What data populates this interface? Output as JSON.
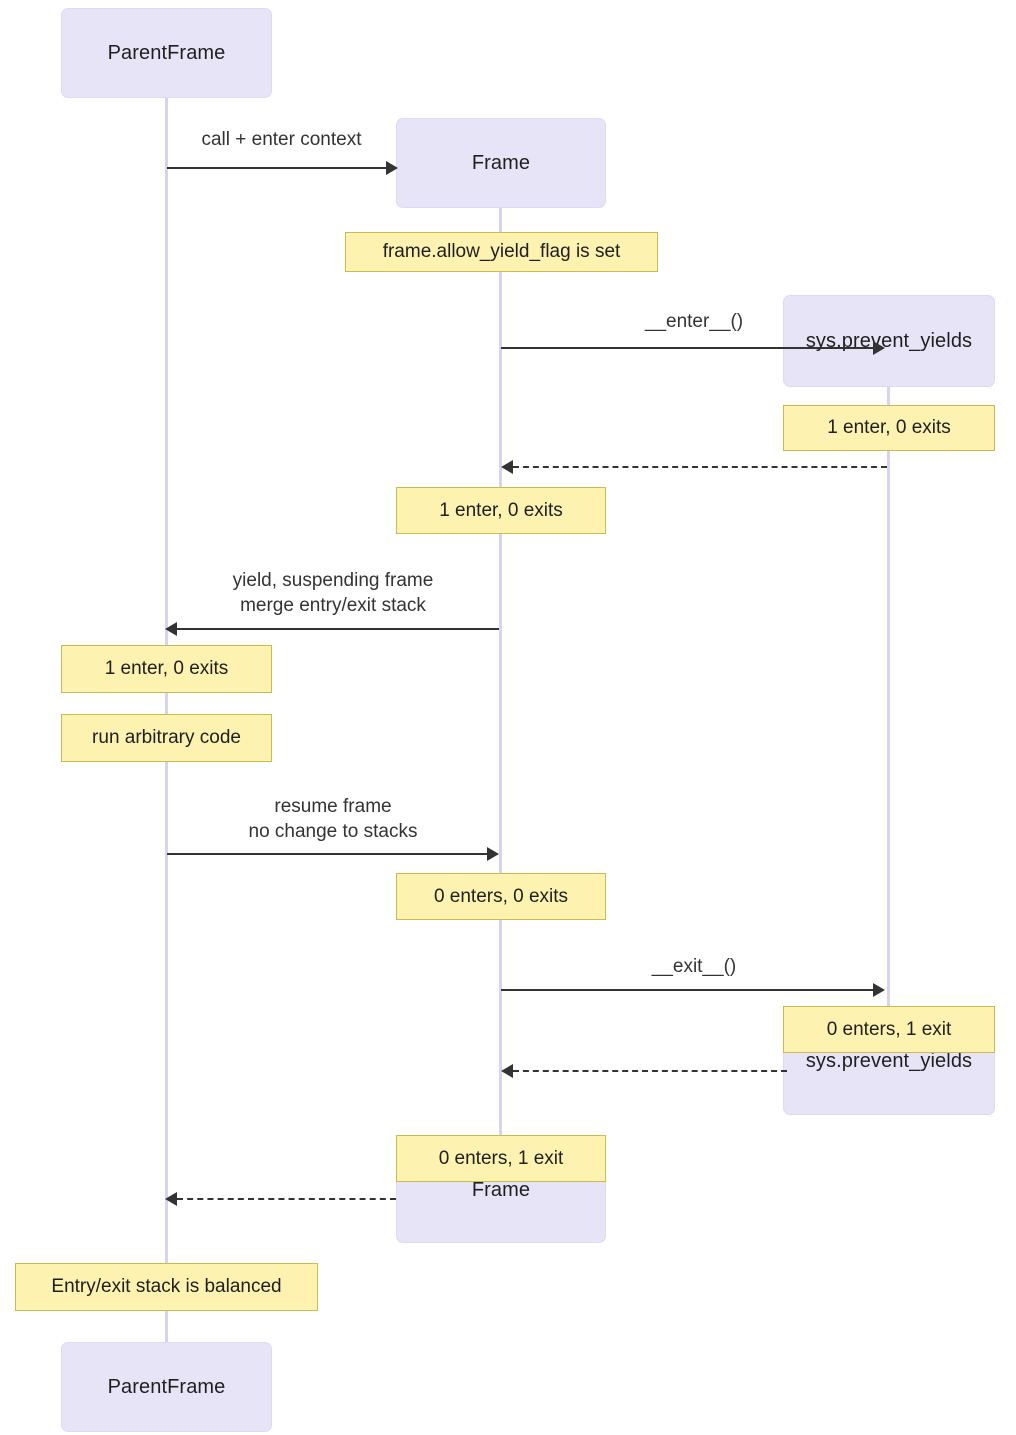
{
  "diagram": {
    "type": "sequence-diagram",
    "title": "",
    "participants": [
      {
        "id": "parent",
        "label": "ParentFrame"
      },
      {
        "id": "frame",
        "label": "Frame"
      },
      {
        "id": "sys",
        "label": "sys.prevent_yields"
      }
    ],
    "participants_bottom": [
      {
        "id": "parent",
        "label": "ParentFrame"
      },
      {
        "id": "frame",
        "label": "Frame"
      },
      {
        "id": "sys",
        "label": "sys.prevent_yields"
      }
    ],
    "messages": [
      {
        "id": "m1",
        "from": "parent",
        "to": "frame",
        "label": "call + enter context",
        "style": "solid"
      },
      {
        "id": "m2",
        "from": "frame",
        "to": "sys",
        "label": "__enter__()",
        "style": "solid"
      },
      {
        "id": "m3",
        "from": "sys",
        "to": "frame",
        "label": "",
        "style": "dashed"
      },
      {
        "id": "m4",
        "from": "frame",
        "to": "parent",
        "label": "yield, suspending frame\nmerge entry/exit stack",
        "label_line1": "yield, suspending frame",
        "label_line2": "merge entry/exit stack",
        "style": "solid"
      },
      {
        "id": "m5",
        "from": "parent",
        "to": "frame",
        "label": "resume frame\nno change to stacks",
        "label_line1": "resume frame",
        "label_line2": "no change to stacks",
        "style": "solid"
      },
      {
        "id": "m6",
        "from": "frame",
        "to": "sys",
        "label": "__exit__()",
        "style": "solid"
      },
      {
        "id": "m7",
        "from": "sys",
        "to": "frame",
        "label": "",
        "style": "dashed"
      },
      {
        "id": "m8",
        "from": "frame",
        "to": "parent",
        "label": "",
        "style": "dashed"
      }
    ],
    "notes": [
      {
        "id": "n1",
        "over": "frame",
        "text": "frame.allow_yield_flag is set"
      },
      {
        "id": "n2",
        "over": "sys",
        "text": "1 enter, 0 exits"
      },
      {
        "id": "n3",
        "over": "frame",
        "text": "1 enter, 0 exits"
      },
      {
        "id": "n4",
        "over": "parent",
        "text": "1 enter, 0 exits"
      },
      {
        "id": "n5",
        "over": "parent",
        "text": "run arbitrary code"
      },
      {
        "id": "n6",
        "over": "frame",
        "text": "0 enters, 0 exits"
      },
      {
        "id": "n7",
        "over": "sys",
        "text": "0 enters, 1 exit"
      },
      {
        "id": "n8",
        "over": "frame",
        "text": "0 enters, 1 exit"
      },
      {
        "id": "n9",
        "over": "parent",
        "text": "Entry/exit stack is balanced"
      }
    ],
    "colors": {
      "participant_fill": "#e8e4f8",
      "participant_border": "#ded9f5",
      "note_fill": "#fdf2b0",
      "note_border": "#c9bb4e",
      "line": "#333333",
      "lifeline": "#d9d3f3",
      "background": "#ffffff"
    }
  }
}
